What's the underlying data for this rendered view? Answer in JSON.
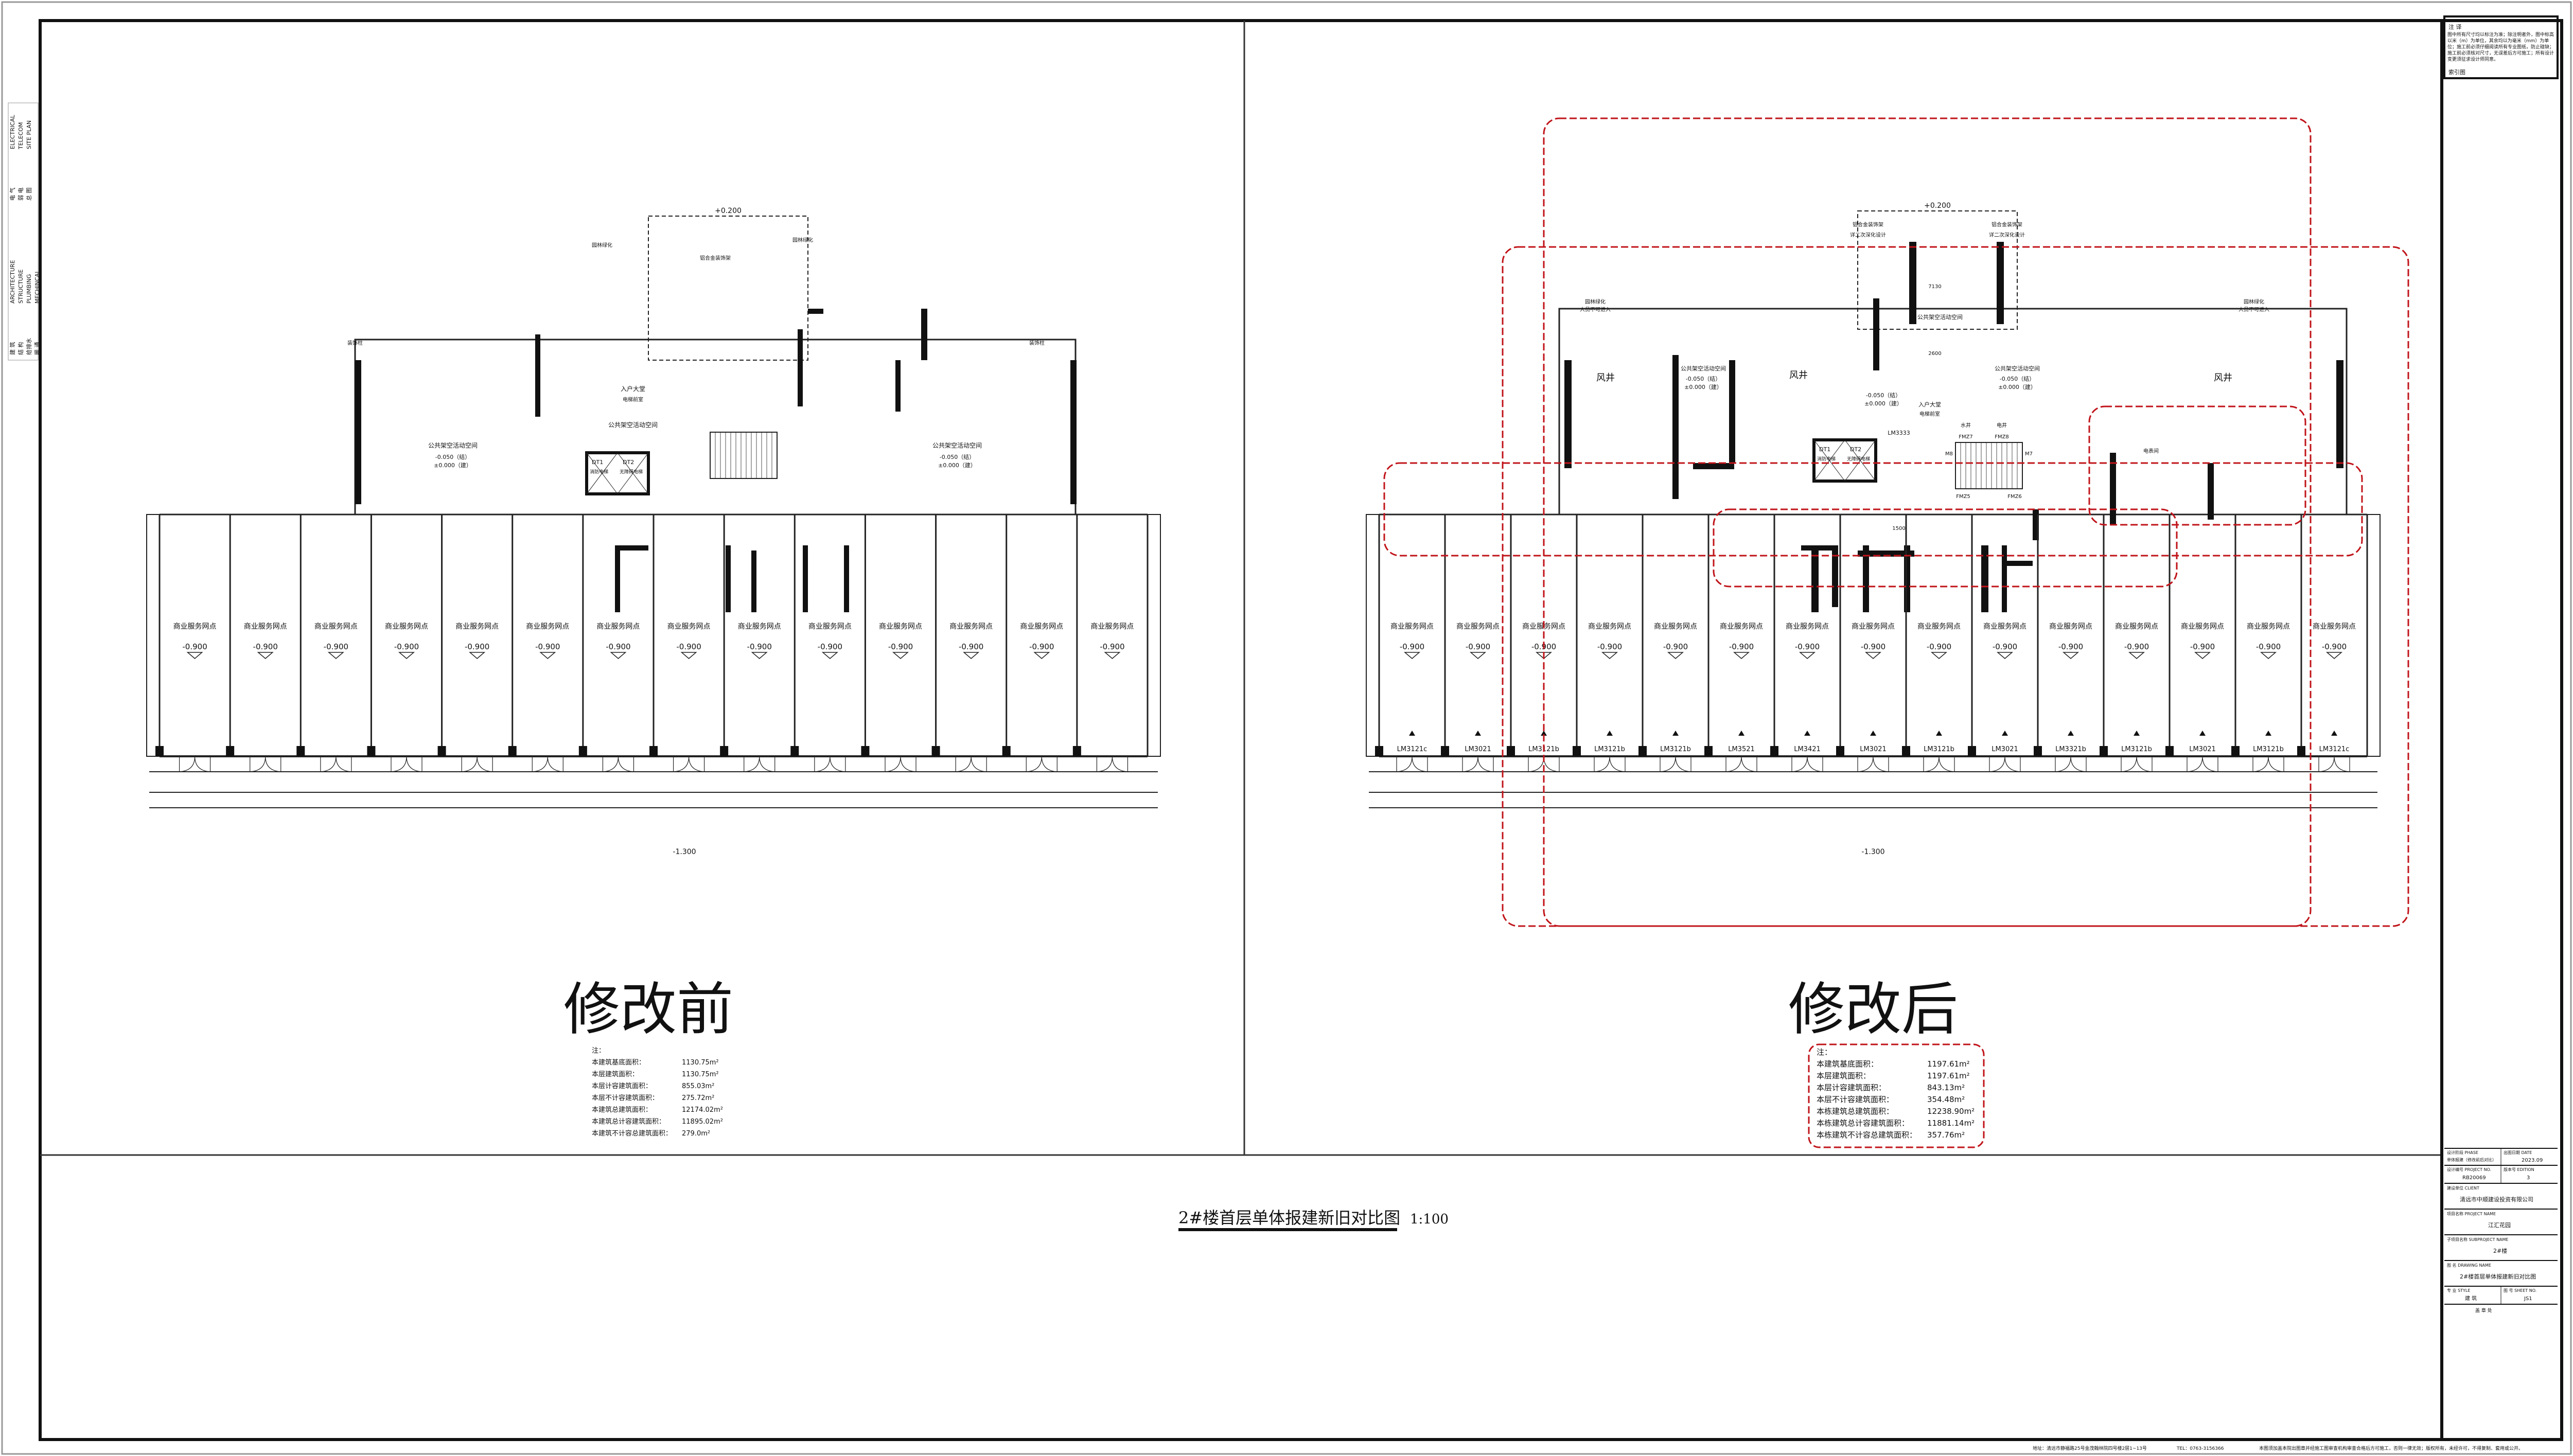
{
  "sheet": {
    "main_title": "2#楼首层单体报建新旧对比图",
    "scale": "1:100",
    "before_title": "修改前",
    "after_title": "修改后",
    "footer_address": "地址：清远市静福路25号金茂翰林院四号楼2层1~13号",
    "footer_tel": "TEL：0763-3156366",
    "footer_notice": "本图须加盖本院出图章并经施工图审查机构审查合格后方可施工，否则一律无效；版权所有，未经许可，不得复制、套用或公开。"
  },
  "discipline_table": {
    "rows": [
      {
        "cn": "建 筑",
        "en": "ARCHITECTURE"
      },
      {
        "cn": "结 构",
        "en": "STRUCTURE"
      },
      {
        "cn": "给排水",
        "en": "PLUMBING"
      },
      {
        "cn": "暖 通",
        "en": "MECHINCAL"
      },
      {
        "cn": "电 气",
        "en": "ELECTRICAL"
      },
      {
        "cn": "弱 电",
        "en": "TELECOM"
      },
      {
        "cn": "总 图",
        "en": "SITE PLAN"
      }
    ]
  },
  "before_notes": {
    "heading": "注：",
    "rows": [
      {
        "label": "本建筑基底面积：",
        "value": "1130.75m²"
      },
      {
        "label": "本层建筑面积：",
        "value": "1130.75m²"
      },
      {
        "label": "本层计容建筑面积：",
        "value": "855.03m²"
      },
      {
        "label": "本层不计容建筑面积：",
        "value": "275.72m²"
      },
      {
        "label": "本建筑总建筑面积：",
        "value": "12174.02m²"
      },
      {
        "label": "本建筑总计容建筑面积：",
        "value": "11895.02m²"
      },
      {
        "label": "本建筑不计容总建筑面积：",
        "value": "279.0m²"
      }
    ]
  },
  "after_notes": {
    "heading": "注：",
    "rows": [
      {
        "label": "本建筑基底面积：",
        "value": "1197.61m²"
      },
      {
        "label": "本层建筑面积：",
        "value": "1197.61m²"
      },
      {
        "label": "本层计容建筑面积：",
        "value": "843.13m²"
      },
      {
        "label": "本层不计容建筑面积：",
        "value": "354.48m²"
      },
      {
        "label": "本栋建筑总建筑面积：",
        "value": "12238.90m²"
      },
      {
        "label": "本栋建筑总计容建筑面积：",
        "value": "11881.14m²"
      },
      {
        "label": "本栋建筑不计容总建筑面积：",
        "value": "357.76m²"
      }
    ]
  },
  "plan_labels": {
    "shop": "商业服务网点",
    "shop_elev": "-0.900",
    "public_space": "公共架空活动空间",
    "lobby": "入户大堂",
    "elevator_hall": "电梯前室",
    "elev_struct": "-0.050（结）",
    "elev_arch": "±0.000（建）",
    "ground_elev": "-1.300",
    "top_elev": "+0.200",
    "garden": "园林绿化",
    "no_entry": "人员不可进入",
    "deco_column": "装饰柱",
    "alu_frame": "铝合金装饰架",
    "see_secondary": "详二次深化设计",
    "air_shaft": "风井",
    "dt1": "DT1",
    "dt1_label": "消防电梯",
    "dt2": "DT2",
    "dt2_label": "无障碍电梯",
    "water_shaft": "水井",
    "elec_shaft": "电井",
    "meter_room": "电表间",
    "main_door": "LM3333",
    "dim_7130": "7130",
    "dim_2600": "2600",
    "dim_1500": "1500",
    "fm_doors": [
      "FMZ7",
      "FMZ8",
      "FMZ5",
      "FMZ6",
      "M7",
      "M8"
    ],
    "after_doors": [
      "LM3121c",
      "LM3021",
      "LM3121b",
      "LM3121b",
      "LM3121b",
      "LM3521",
      "LM3421",
      "LM3021",
      "LM3121b",
      "LM3021",
      "LM3321b",
      "LM3121b",
      "LM3021",
      "LM3121b",
      "LM3121c"
    ]
  },
  "title_block": {
    "notes_heading": "注  译",
    "notes_text": "图中所有尺寸均以标注为准；除注明者外，图中标高以米（m）为单位，其余均以为毫米（mm）为单位；施工前必须仔细阅读所有专业图纸，防止碰缺；施工前必须核对尺寸，无误差后方可施工；所有设计变更须征求设计师同意。",
    "index_heading": "索引图",
    "phase_label": "设计阶段 PHASE",
    "phase_value": "单体报建（修改前后对比）",
    "date_label": "出图日期 DATE",
    "date_value": "2023.09",
    "project_no_label": "设计编号 PROJECT NO.",
    "project_no_value": "RB20069",
    "edition_label": "版本号 EDITION",
    "edition_value": "3",
    "client_label": "建设单位 CLIENT",
    "client_value": "清远市中顺建设投资有限公司",
    "project_name_label": "项目名称 PROJECT NAME",
    "project_name_value": "江汇花园",
    "subproject_label": "子项目名称 SUBPROJECT NAME",
    "subproject_value": "2#楼",
    "drawing_name_label": "图  名 DRAWING NAME",
    "drawing_name_value": "2#楼首层单体报建新旧对比图",
    "style_label": "专  业 STYLE",
    "style_value": "建 筑",
    "sheet_no_label": "图  号 SHEET NO.",
    "sheet_no_value": "JS1",
    "seal_label": "盖    章    处"
  },
  "colors": {
    "revision_cloud": "#c0141a",
    "ink": "#111111"
  }
}
